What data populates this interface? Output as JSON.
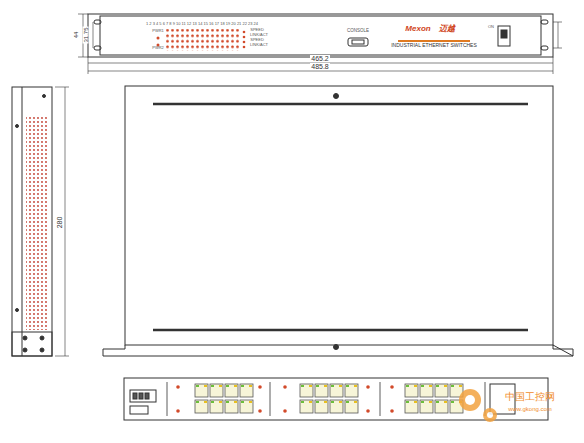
{
  "diagram": {
    "labels": [
      "44",
      "31.75",
      "465.2",
      "485.8",
      "PWR1",
      "PWR2",
      "1 2 3 4 5 6 7 8 9 10 11 12 13 14 15 16 17 18 19 20 21 22 23 24",
      "SPEED",
      "LINK/ACT",
      "SPEED",
      "LINK/ACT",
      "CONSOLE",
      "Mexon",
      "迈越",
      "INDUSTRIAL ETHERNET SWITCHES",
      "ON",
      "280",
      "中国工控网",
      "www.gkong.com"
    ]
  }
}
